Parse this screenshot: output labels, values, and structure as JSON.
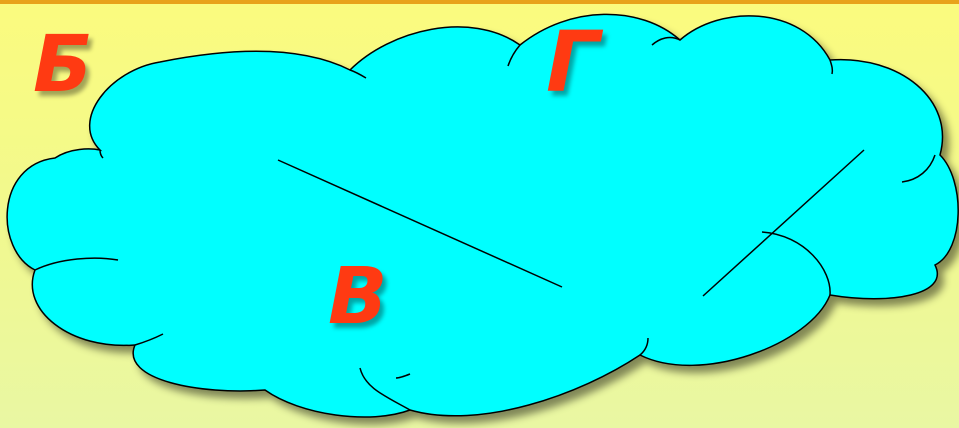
{
  "letters": {
    "b": "Б",
    "g": "Г",
    "v": "В"
  },
  "colors": {
    "background": "#fbfb7e",
    "top_border": "#e8a21a",
    "cloud_fill": "#00ffff",
    "cloud_outline": "#000000",
    "letter": "#ff3a12"
  }
}
